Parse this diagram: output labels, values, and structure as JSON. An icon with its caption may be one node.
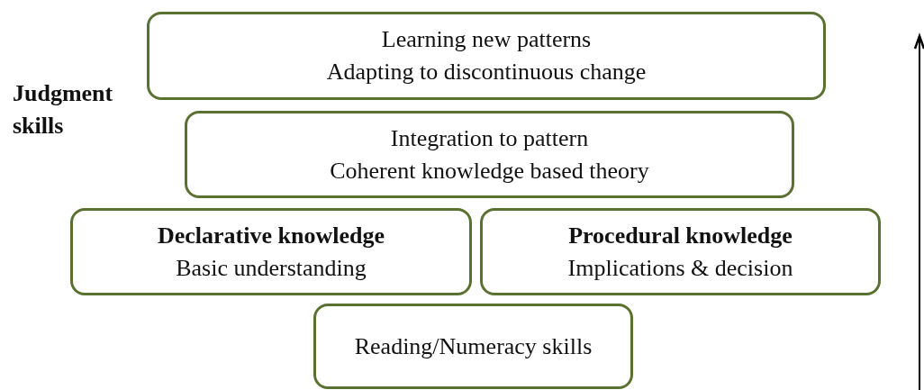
{
  "diagram": {
    "nodes": [
      {
        "text": [
          "Learning new patterns",
          "Adapting to discontinuous change"
        ]
      },
      {
        "text": [
          "Integration to pattern",
          "Coherent knowledge based theory"
        ]
      },
      {
        "text": [
          "Declarative knowledge",
          "Basic understanding"
        ]
      },
      {
        "text": [
          "Procedural knowledge",
          "Implications & decision"
        ]
      },
      {
        "text": [
          "Reading/Numeracy skills"
        ]
      }
    ],
    "edges": [],
    "labels": [
      "Judgment skills"
    ]
  }
}
